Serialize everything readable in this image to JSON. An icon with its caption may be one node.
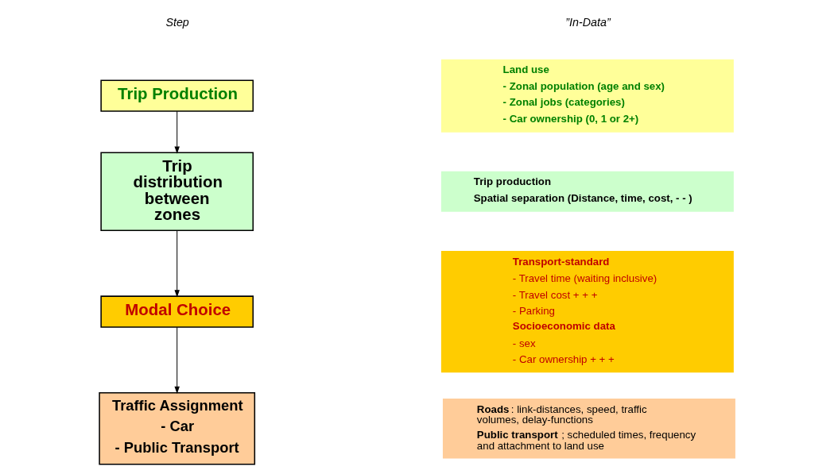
{
  "diagram": {
    "nodes": [
      {
        "text": [
          "Trip Production"
        ]
      },
      {
        "text": [
          "Trip distribution between zones"
        ]
      },
      {
        "text": [
          "Modal Choice"
        ]
      },
      {
        "text": [
          "Traffic Assignment",
          "- Car",
          "- Public Transport"
        ]
      },
      {
        "text": [
          "Land use",
          "- Zonal population (age and sex)",
          "- Zonal jobs (categories)",
          "- Car ownership (0, 1 or 2+)"
        ]
      },
      {
        "text": [
          "Trip production",
          "Spatial separation (Distance, time, cost, - - )"
        ]
      },
      {
        "text": [
          "**Transport-standard**",
          "- Travel time (waiting inclusive)",
          "- Travel cost + + +",
          "- Parking",
          "**Socioeconomic data**",
          "- sex",
          "- Car ownership + + +"
        ]
      },
      {
        "text": [
          "**Roads**: link-distances, speed, traffic volumes, delay-functions",
          "**Public transport**; scheduled times, frequency and attachment to land use"
        ]
      }
    ],
    "edges": [
      {
        "from": 0,
        "to": 1,
        "arrow": "to"
      },
      {
        "from": 1,
        "to": 2,
        "arrow": "to"
      },
      {
        "from": 2,
        "to": 3,
        "arrow": "to"
      }
    ],
    "labels": [
      "Step",
      "”In-Data”"
    ]
  }
}
